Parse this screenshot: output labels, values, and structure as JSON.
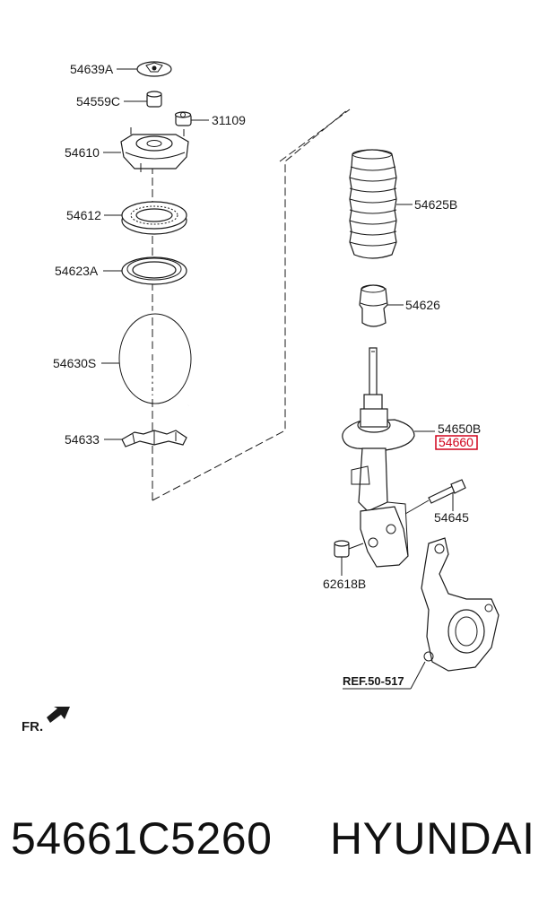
{
  "labels": {
    "p54639A": "54639A",
    "p54559C": "54559C",
    "p31109": "31109",
    "p54610": "54610",
    "p54612": "54612",
    "p54623A": "54623A",
    "p54630S": "54630S",
    "p54633": "54633",
    "p54625B": "54625B",
    "p54626": "54626",
    "p54650B": "54650B",
    "p54660": "54660",
    "p54645": "54645",
    "p62618B": "62618B",
    "ref": "REF.50-517",
    "fr": "FR."
  },
  "highlight_color": "#d0021b",
  "footer": {
    "part_number": "54661C5260",
    "brand": "HYUNDAI"
  }
}
